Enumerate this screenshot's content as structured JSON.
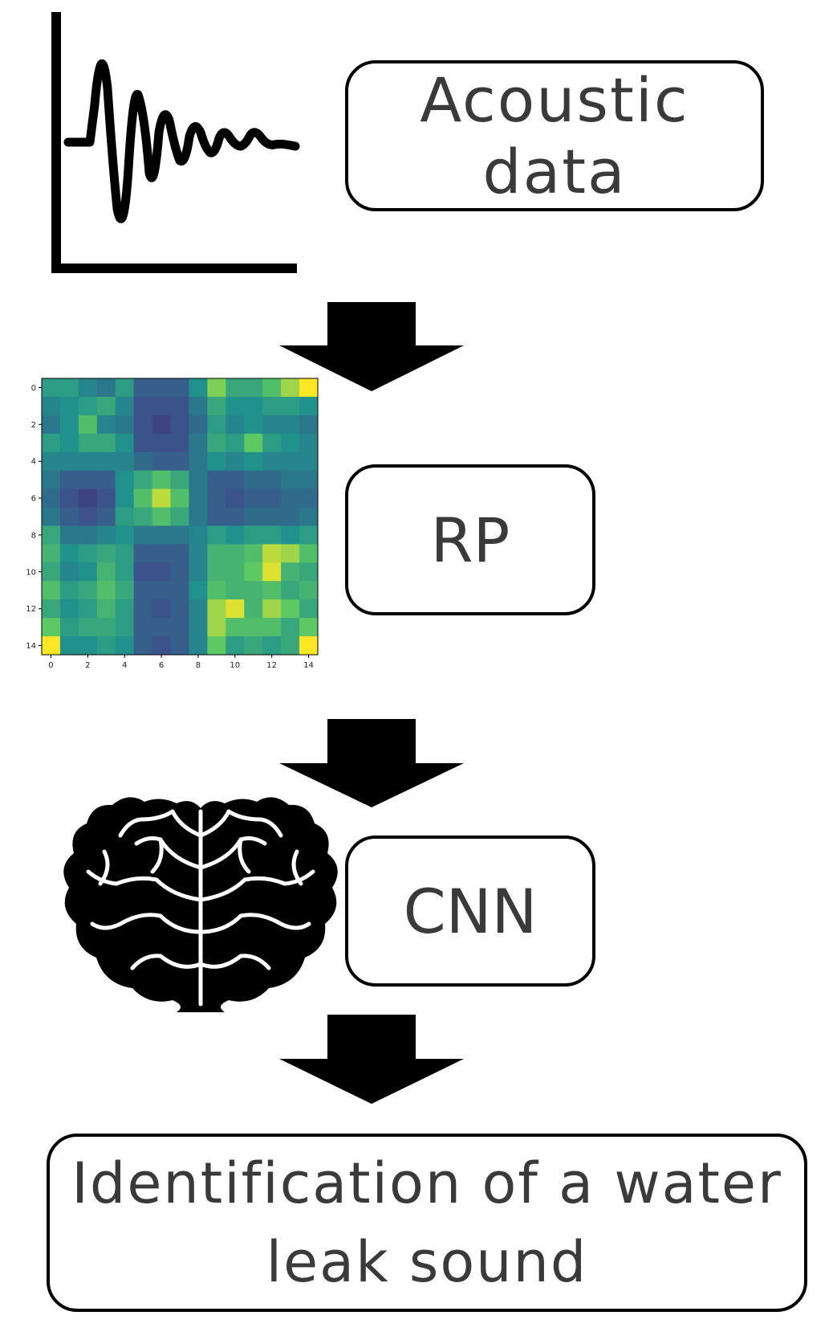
{
  "steps": {
    "acoustic": {
      "label": "Acoustic data",
      "icon": "waveform-icon"
    },
    "rp": {
      "label": "RP",
      "icon": "recurrence-plot-heatmap"
    },
    "cnn": {
      "label": "CNN",
      "icon": "brain-icon"
    },
    "result": {
      "label": "Identification of a water leak sound"
    }
  },
  "colors": {
    "stroke": "#000000",
    "text": "#3a3a3a",
    "arrow": "#000000"
  },
  "heatmap": {
    "x_ticks": [
      "0",
      "2",
      "4",
      "6",
      "8",
      "10",
      "12",
      "14"
    ],
    "y_ticks": [
      "0",
      "2",
      "4",
      "6",
      "8",
      "10",
      "12",
      "14"
    ],
    "grid": [
      [
        0.55,
        0.55,
        0.45,
        0.4,
        0.55,
        0.3,
        0.3,
        0.3,
        0.5,
        0.8,
        0.6,
        0.6,
        0.7,
        0.85,
        1.0
      ],
      [
        0.45,
        0.5,
        0.55,
        0.6,
        0.45,
        0.25,
        0.25,
        0.25,
        0.4,
        0.6,
        0.5,
        0.5,
        0.55,
        0.55,
        0.5
      ],
      [
        0.4,
        0.5,
        0.7,
        0.45,
        0.4,
        0.25,
        0.2,
        0.25,
        0.35,
        0.55,
        0.45,
        0.5,
        0.45,
        0.45,
        0.4
      ],
      [
        0.55,
        0.5,
        0.6,
        0.6,
        0.5,
        0.25,
        0.25,
        0.25,
        0.4,
        0.6,
        0.55,
        0.75,
        0.55,
        0.5,
        0.45
      ],
      [
        0.45,
        0.45,
        0.45,
        0.45,
        0.45,
        0.35,
        0.3,
        0.3,
        0.4,
        0.5,
        0.45,
        0.5,
        0.45,
        0.45,
        0.45
      ],
      [
        0.4,
        0.3,
        0.3,
        0.3,
        0.5,
        0.6,
        0.7,
        0.6,
        0.4,
        0.3,
        0.3,
        0.35,
        0.35,
        0.4,
        0.4
      ],
      [
        0.35,
        0.25,
        0.2,
        0.25,
        0.5,
        0.7,
        0.9,
        0.7,
        0.4,
        0.3,
        0.25,
        0.3,
        0.3,
        0.35,
        0.35
      ],
      [
        0.4,
        0.3,
        0.25,
        0.3,
        0.55,
        0.6,
        0.7,
        0.6,
        0.4,
        0.3,
        0.3,
        0.35,
        0.35,
        0.35,
        0.4
      ],
      [
        0.6,
        0.4,
        0.4,
        0.45,
        0.5,
        0.4,
        0.4,
        0.4,
        0.45,
        0.55,
        0.5,
        0.55,
        0.55,
        0.5,
        0.55
      ],
      [
        0.65,
        0.5,
        0.55,
        0.6,
        0.55,
        0.3,
        0.3,
        0.3,
        0.45,
        0.65,
        0.65,
        0.7,
        0.9,
        0.85,
        0.7
      ],
      [
        0.6,
        0.45,
        0.5,
        0.65,
        0.55,
        0.25,
        0.25,
        0.3,
        0.45,
        0.65,
        0.65,
        0.75,
        0.95,
        0.65,
        0.6
      ],
      [
        0.7,
        0.55,
        0.6,
        0.7,
        0.6,
        0.3,
        0.3,
        0.3,
        0.5,
        0.7,
        0.65,
        0.65,
        0.7,
        0.6,
        0.65
      ],
      [
        0.6,
        0.5,
        0.55,
        0.65,
        0.55,
        0.3,
        0.25,
        0.3,
        0.45,
        0.85,
        0.95,
        0.65,
        0.85,
        0.75,
        0.6
      ],
      [
        0.75,
        0.55,
        0.6,
        0.6,
        0.55,
        0.3,
        0.3,
        0.3,
        0.45,
        0.85,
        0.7,
        0.7,
        0.7,
        0.6,
        0.75
      ],
      [
        1.0,
        0.5,
        0.5,
        0.55,
        0.5,
        0.3,
        0.25,
        0.3,
        0.45,
        0.75,
        0.55,
        0.6,
        0.55,
        0.6,
        1.0
      ]
    ]
  }
}
